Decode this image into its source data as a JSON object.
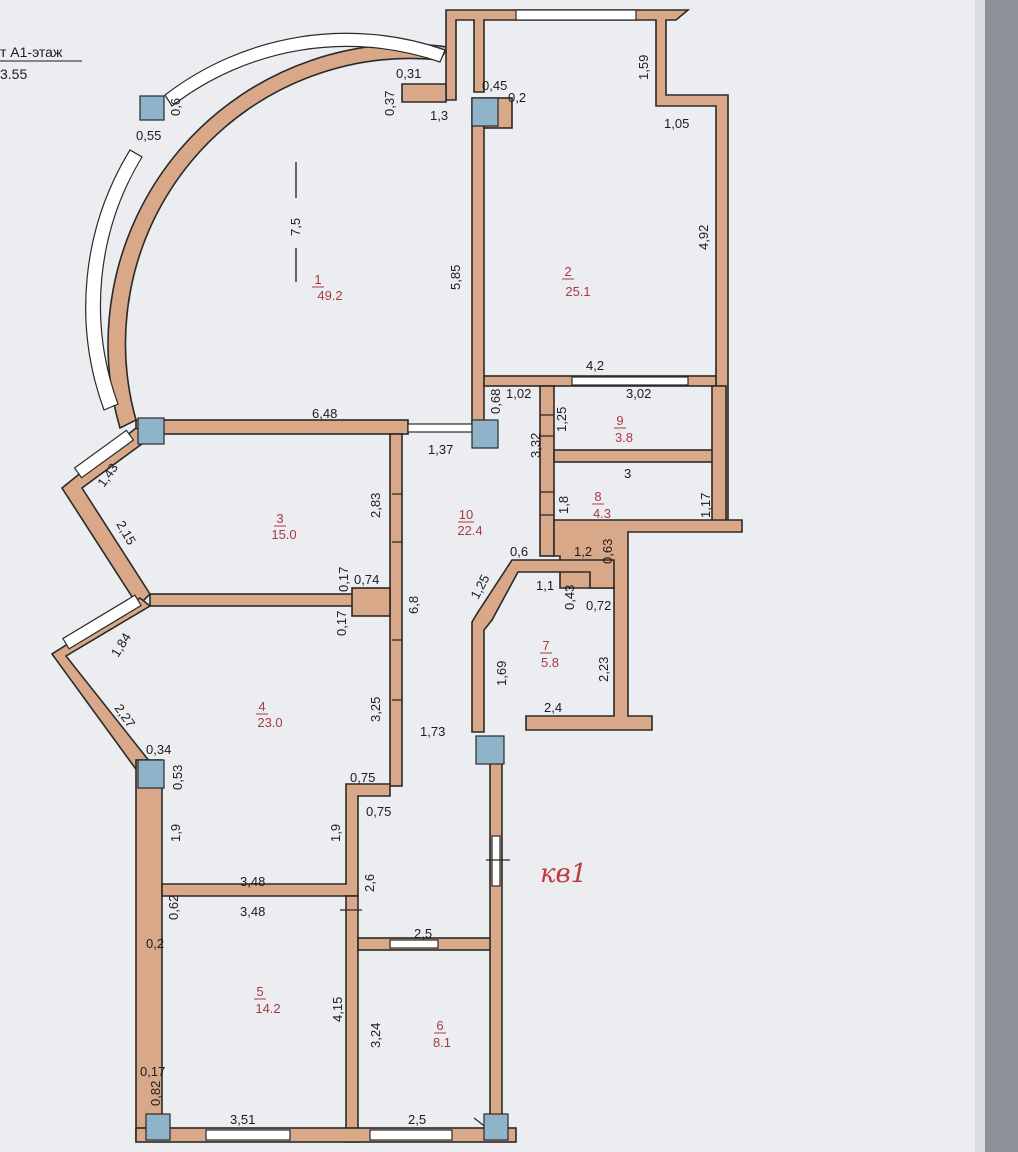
{
  "header": {
    "line1": "т А1-этаж",
    "line2": "3.55"
  },
  "handwritten_note": "кв1",
  "rooms": [
    {
      "number": "1",
      "area": "49.2"
    },
    {
      "number": "2",
      "area": "25.1"
    },
    {
      "number": "3",
      "area": "15.0"
    },
    {
      "number": "4",
      "area": "23.0"
    },
    {
      "number": "5",
      "area": "14.2"
    },
    {
      "number": "6",
      "area": "8.1"
    },
    {
      "number": "7",
      "area": "5.8"
    },
    {
      "number": "8",
      "area": "4.3"
    },
    {
      "number": "9",
      "area": "3.8"
    },
    {
      "number": "10",
      "area": "22.4"
    }
  ],
  "dimensions": [
    "0,37",
    "0,31",
    "1,3",
    "0,45",
    "0,2",
    "1,59",
    "0,6",
    "0,55",
    "7,5",
    "1,05",
    "5,85",
    "4,92",
    "4,2",
    "0,68",
    "1,02",
    "3,02",
    "6,48",
    "1,37",
    "3,32",
    "1,25",
    "1,43",
    "2,83",
    "3",
    "1,8",
    "1,17",
    "2,15",
    "0,17",
    "0,74",
    "0,6",
    "1,2",
    "0,63",
    "0,17",
    "6,8",
    "1,25",
    "1,1",
    "0,43",
    "0,72",
    "1,84",
    "1,69",
    "2,23",
    "3,25",
    "2,4",
    "2,27",
    "0,34",
    "0,53",
    "1,73",
    "0,75",
    "0,75",
    "1,9",
    "1,9",
    "3,48",
    "2,6",
    "3,48",
    "0,62",
    "0,2",
    "2,5",
    "4,15",
    "3,24",
    "0,17",
    "0,82",
    "3,51",
    "2,5"
  ]
}
